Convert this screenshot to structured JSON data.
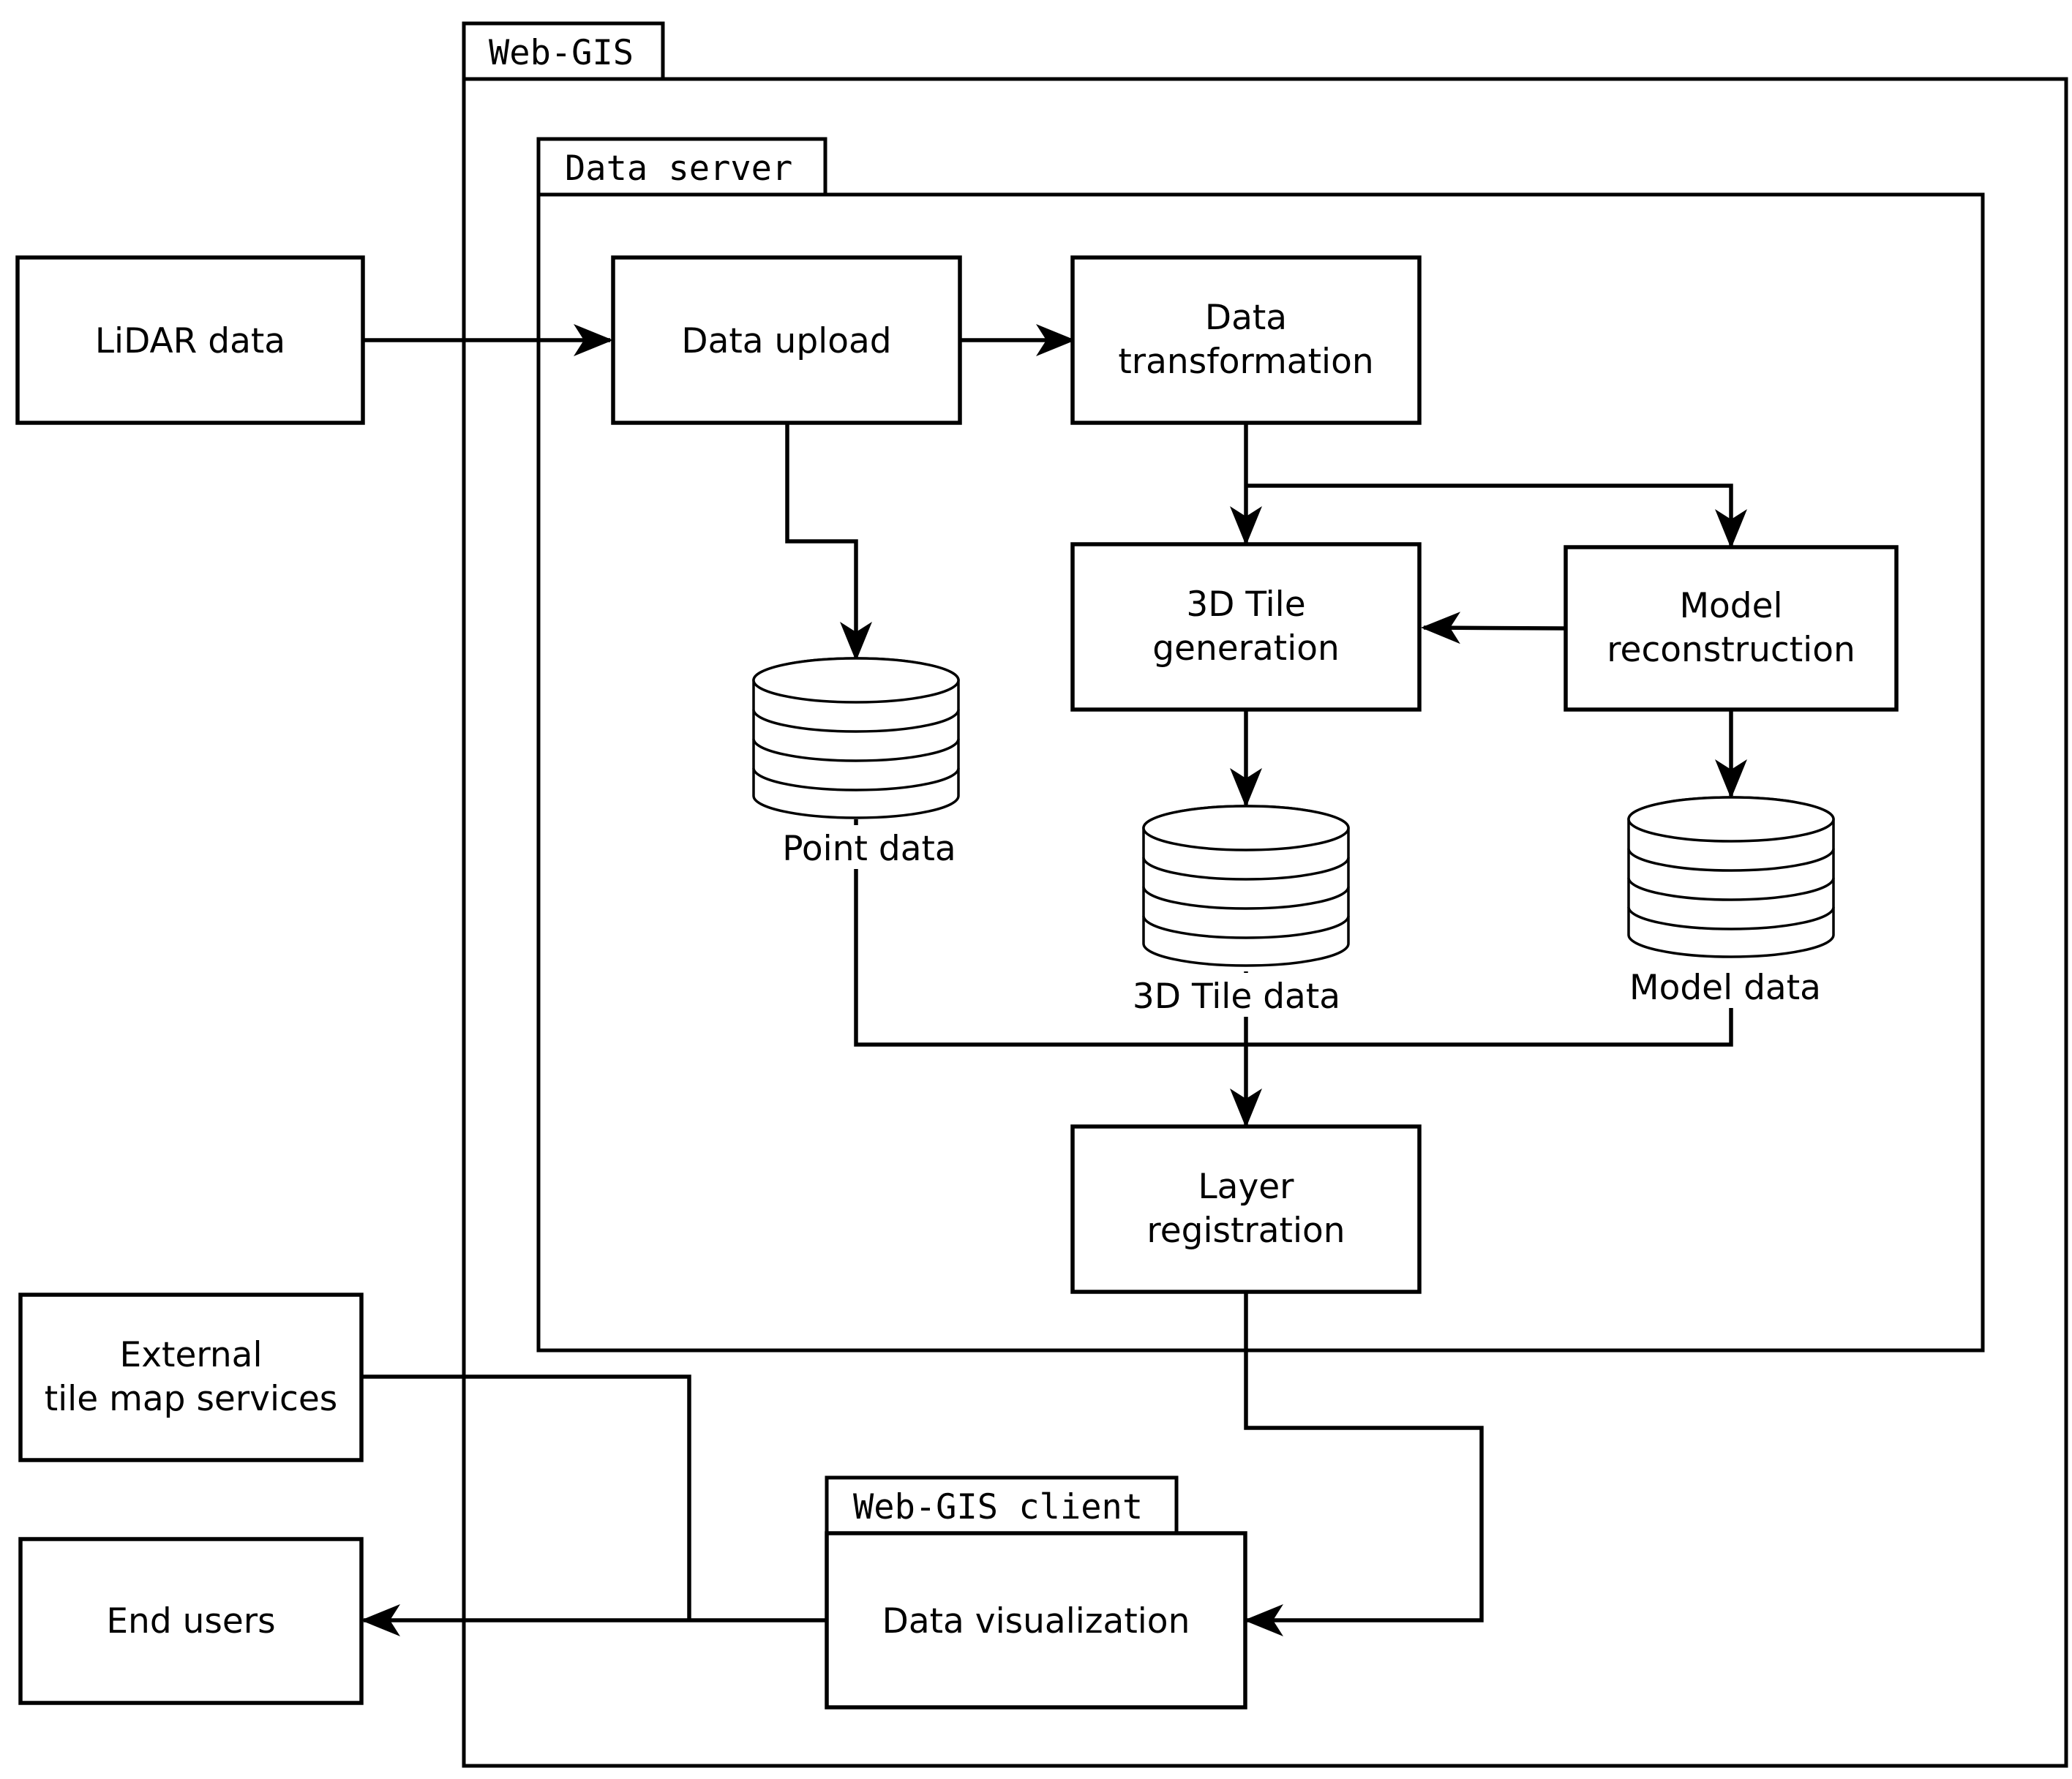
{
  "containers": {
    "web_gis": "Web-GIS",
    "data_server": "Data server",
    "web_gis_client": "Web-GIS client"
  },
  "nodes": {
    "lidar_data": "LiDAR data",
    "data_upload": "Data upload",
    "data_transformation": [
      "Data",
      "transformation"
    ],
    "tile_generation": [
      "3D Tile",
      "generation"
    ],
    "model_reconstruction": [
      "Model",
      "reconstruction"
    ],
    "layer_registration": [
      "Layer",
      "registration"
    ],
    "external_services": [
      "External",
      "tile map services"
    ],
    "end_users": "End users",
    "data_visualization": "Data visualization"
  },
  "stores": {
    "point_data": "Point data",
    "tile_data": "3D Tile data",
    "model_data": "Model data"
  },
  "colors": {
    "stroke": "#000000",
    "fill": "#ffffff"
  }
}
